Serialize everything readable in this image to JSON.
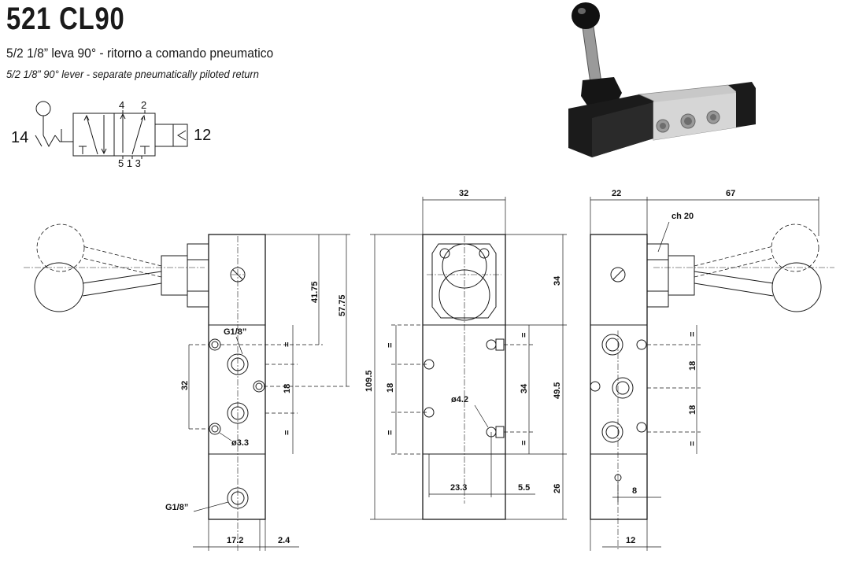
{
  "header": {
    "model": "521 CL90",
    "subtitle_it": "5/2 1/8” leva 90° - ritorno a comando pneumatico",
    "subtitle_en": "5/2 1/8” 90° lever - separate pneumatically piloted return"
  },
  "symbol": {
    "port_14": "14",
    "port_12": "12",
    "port_4": "4",
    "port_2": "2",
    "ports_513": "5 1 3"
  },
  "dimensions": {
    "front": {
      "d41_75": "41.75",
      "d57_75": "57.75",
      "d32": "32",
      "d18": "18",
      "eq1": "=",
      "eq2": "=",
      "thread_top": "G1/8”",
      "thread_bottom": "G1/8”",
      "hole": "ø3.3",
      "d17_2": "17.2",
      "d2_4": "2.4"
    },
    "middle": {
      "d32": "32",
      "d34_top": "34",
      "d109_5": "109.5",
      "d18": "18",
      "eq1": "=",
      "eq2": "=",
      "eq3": "=",
      "eq4": "=",
      "d34": "34",
      "d49_5": "49.5",
      "hole": "ø4.2",
      "d23_3": "23.3",
      "d5_5": "5.5",
      "d26": "26"
    },
    "right": {
      "d22": "22",
      "d67": "67",
      "ch20": "ch 20",
      "eq1": "=",
      "eq2": "=",
      "d18a": "18",
      "d18b": "18",
      "d8": "8",
      "d12": "12"
    }
  }
}
